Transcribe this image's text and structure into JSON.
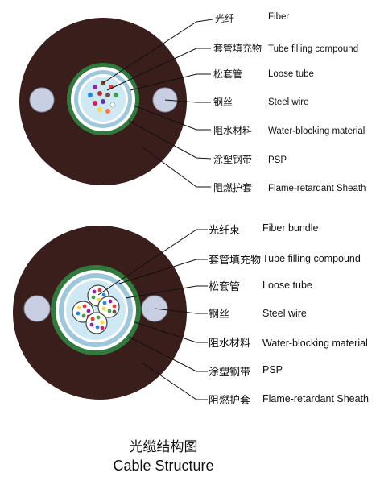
{
  "colors": {
    "sheath": "#3a1e1c",
    "psp": "#2f7a3c",
    "water_block": "#ffffff",
    "filling": "#cfe9f4",
    "tube_ring": "#9ec7dc",
    "steel_wire": "#c9cfe3",
    "lines": "#111111"
  },
  "diagram1": {
    "labels": [
      {
        "zh": "光纤",
        "en": "Fiber"
      },
      {
        "zh": "套管填充物",
        "en": "Tube filling compound"
      },
      {
        "zh": "松套管",
        "en": "Loose tube"
      },
      {
        "zh": "钢丝",
        "en": "Steel wire"
      },
      {
        "zh": "阻水材料",
        "en": "Water-blocking material"
      },
      {
        "zh": "涂塑钢带",
        "en": "PSP"
      },
      {
        "zh": "阻燃护套",
        "en": "Flame-retardant Sheath"
      }
    ]
  },
  "diagram2": {
    "labels": [
      {
        "zh": "光纤束",
        "en": "Fiber bundle"
      },
      {
        "zh": "套管填充物",
        "en": "Tube filling compound"
      },
      {
        "zh": "松套管",
        "en": "Loose tube"
      },
      {
        "zh": "钢丝",
        "en": "Steel wire"
      },
      {
        "zh": "阻水材料",
        "en": "Water-blocking material"
      },
      {
        "zh": "涂塑钢带",
        "en": "PSP"
      },
      {
        "zh": "阻燃护套",
        "en": "Flame-retardant Sheath"
      }
    ]
  },
  "caption": {
    "zh": "光缆结构图",
    "en": "Cable Structure"
  }
}
